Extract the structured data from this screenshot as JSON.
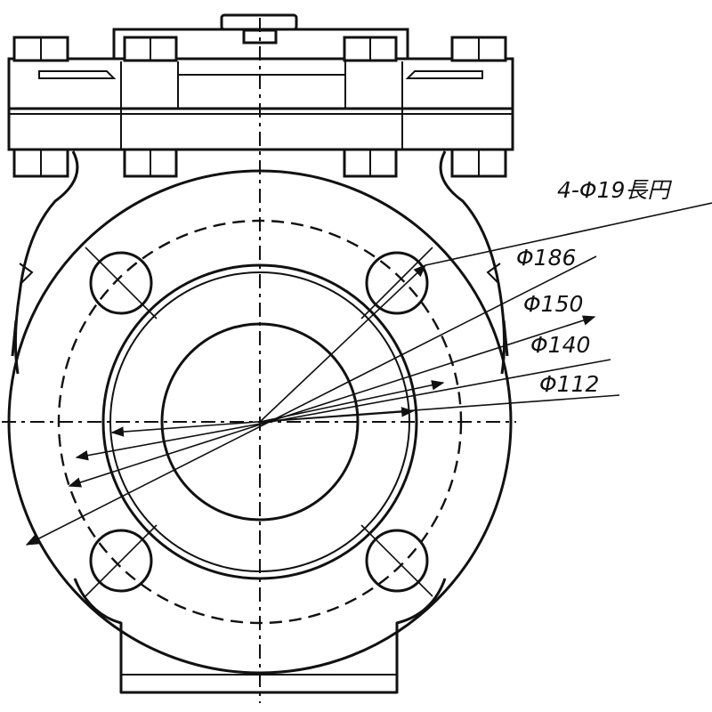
{
  "labels": {
    "bolt_holes": "4-Φ19長円",
    "d186": "Φ186",
    "d150": "Φ150",
    "d140": "Φ140",
    "d112": "Φ112"
  }
}
